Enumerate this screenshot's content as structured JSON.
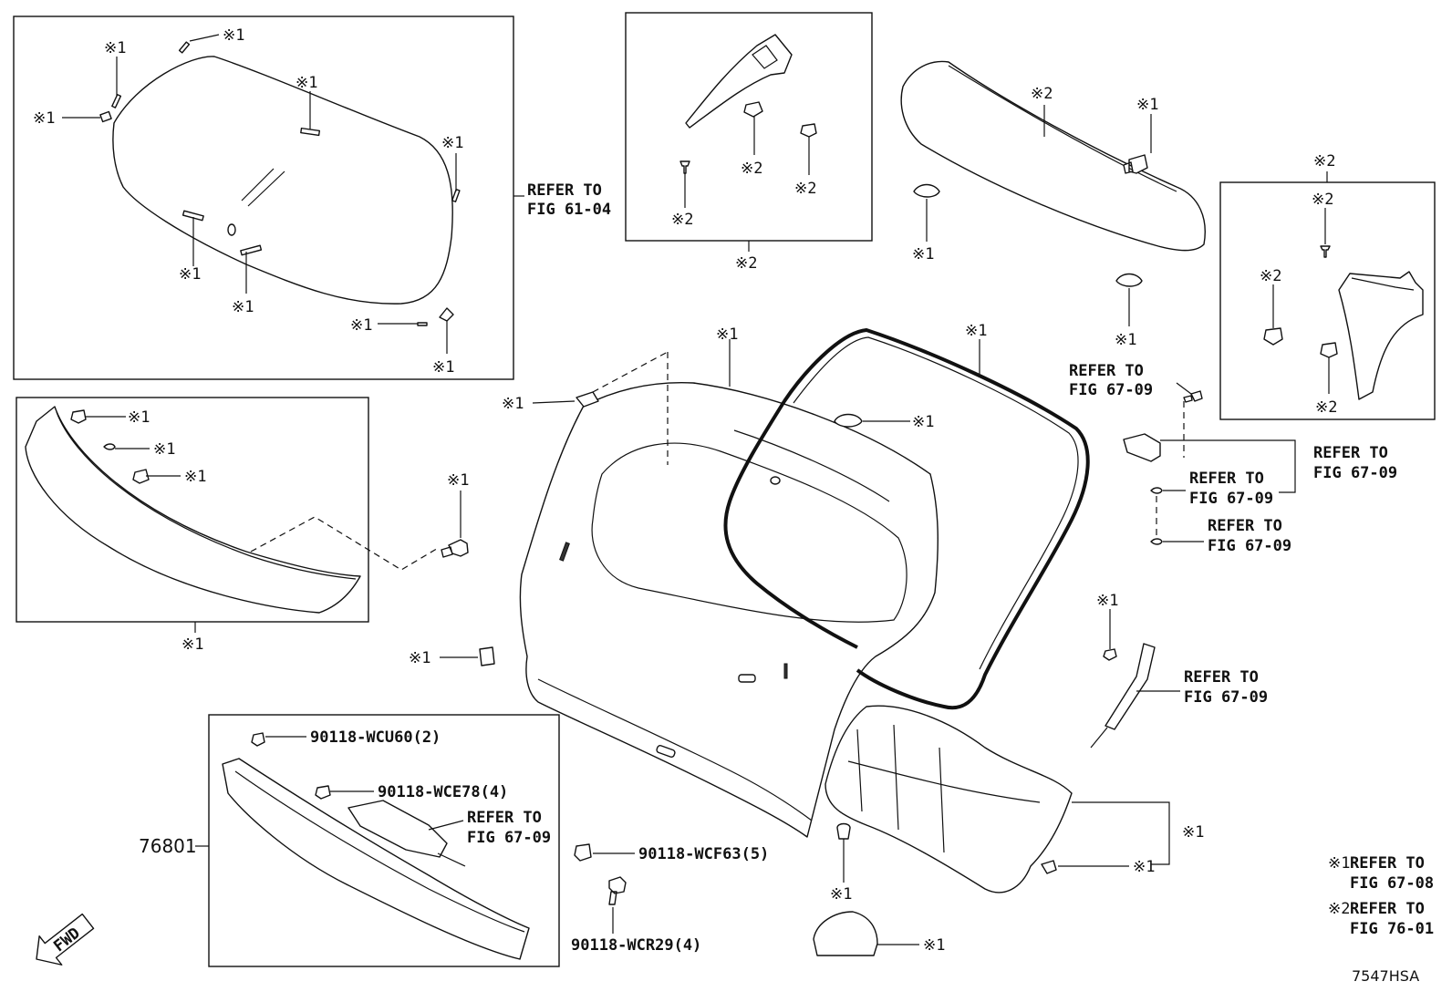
{
  "sym1": "※1",
  "sym2": "※2",
  "refer_to": "REFER TO",
  "fig_61_04": "FIG 61-04",
  "fig_67_09": "FIG 67-09",
  "fig_67_08": "FIG 67-08",
  "fig_76_01": "FIG 76-01",
  "part_numbers": {
    "wcu60": "90118-WCU60(2)",
    "wce78": "90118-WCE78(4)",
    "wcf63": "90118-WCF63(5)",
    "wcr29": "90118-WCR29(4)",
    "p76801": "76801"
  },
  "legend": {
    "note1_sym": "※1",
    "note1_ref": "REFER TO",
    "note1_fig": "FIG 67-08",
    "note2_sym": "※2",
    "note2_ref": "REFER TO",
    "note2_fig": "FIG 76-01"
  },
  "direction_label": "FWD",
  "diagram_code": "7547HSA"
}
